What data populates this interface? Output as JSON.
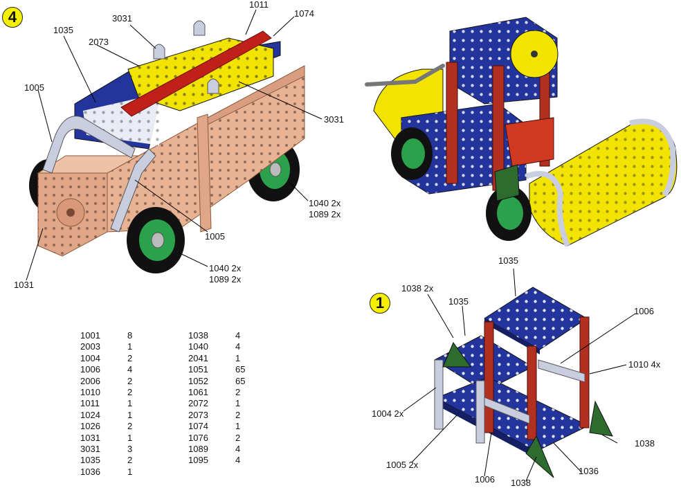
{
  "steps": {
    "step_4": "4",
    "step_1": "1"
  },
  "callouts_vehicle": {
    "p3031_top": "3031",
    "p1011": "1011",
    "p1074": "1074",
    "p1035": "1035",
    "p2073": "2073",
    "p1005_left": "1005",
    "p3031_right": "3031",
    "p1005_mid": "1005",
    "p1040_right": "1040 2x",
    "p1089_right": "1089 2x",
    "p1040_front": "1040 2x",
    "p1089_front": "1089 2x",
    "p1031": "1031"
  },
  "callouts_frame": {
    "p1035_top": "1035",
    "p1038_2x": "1038 2x",
    "p1035_left": "1035",
    "p1006_right": "1006",
    "p1010_4x": "1010 4x",
    "p1004_2x": "1004 2x",
    "p1038_right": "1038",
    "p1005_2x": "1005 2x",
    "p1036": "1036",
    "p1006_bottom": "1006",
    "p1038_bottom": "1038"
  },
  "parts_list": {
    "col1": [
      {
        "part": "1001",
        "qty": "8"
      },
      {
        "part": "2003",
        "qty": "1"
      },
      {
        "part": "1004",
        "qty": "2"
      },
      {
        "part": "1006",
        "qty": "4"
      },
      {
        "part": "2006",
        "qty": "2"
      },
      {
        "part": "1010",
        "qty": "2"
      },
      {
        "part": "1011",
        "qty": "1"
      },
      {
        "part": "1024",
        "qty": "1"
      },
      {
        "part": "1026",
        "qty": "2"
      },
      {
        "part": "1031",
        "qty": "1"
      },
      {
        "part": "3031",
        "qty": "3"
      },
      {
        "part": "1035",
        "qty": "2"
      },
      {
        "part": "1036",
        "qty": "1"
      }
    ],
    "col2": [
      {
        "part": "1038",
        "qty": "4"
      },
      {
        "part": "1040",
        "qty": "4"
      },
      {
        "part": "2041",
        "qty": "1"
      },
      {
        "part": "1051",
        "qty": "65"
      },
      {
        "part": "1052",
        "qty": "65"
      },
      {
        "part": "1061",
        "qty": "2"
      },
      {
        "part": "2072",
        "qty": "1"
      },
      {
        "part": "2073",
        "qty": "2"
      },
      {
        "part": "1074",
        "qty": "1"
      },
      {
        "part": "1076",
        "qty": "2"
      },
      {
        "part": "1089",
        "qty": "4"
      },
      {
        "part": "1095",
        "qty": "4"
      }
    ]
  },
  "colors": {
    "copper": "#e8b294",
    "blue": "#23349c",
    "yellow": "#f2e300",
    "red": "#c0201a",
    "silver": "#c8cde0",
    "green": "#2e6b2e",
    "tire": "#111111",
    "hub": "#2aa14a"
  }
}
